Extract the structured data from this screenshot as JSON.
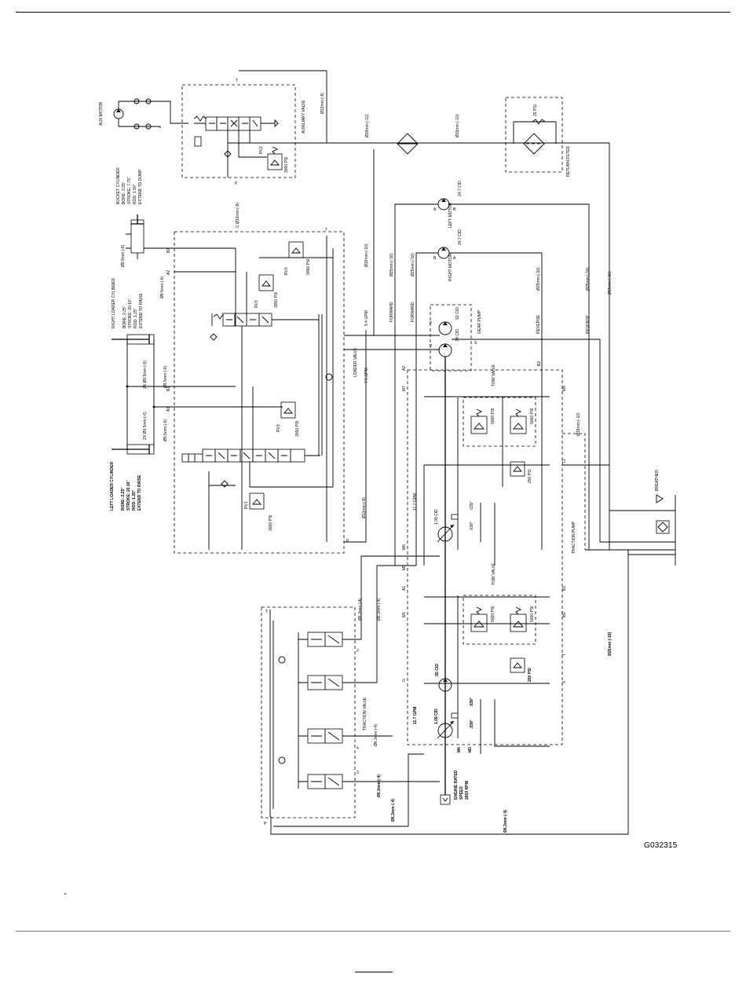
{
  "figure_id": "G032315",
  "labels": {
    "aux_motor": "AUX MOTOR",
    "auxiliary_valve": "AUXILIARY VALVE",
    "aux_line": "Ø13mm (-8)",
    "aux_relief": "RV2",
    "aux_relief_psi": "3000 PSI",
    "return_line_a": "Ø19mm (-12)",
    "return_line_b": "Ø19mm (-12)",
    "filter_bypass_psi": "25 PSI",
    "return_filter": "RETURN FILTER",
    "bucket_cylinder": "BUCKET CYLINDER",
    "bucket_bore": "BORE: 3.25\"",
    "bucket_stroke": "STROKE: 7.75\"",
    "bucket_rod": "ROD: 1.50\"",
    "bucket_action": "EXTEND TO DUMP",
    "right_loader_cylinder": "RIGHT LOADER CYLINDER",
    "right_bore": "BORE: 2.25\"",
    "right_stroke": "STROKE: 20.16\"",
    "right_rod": "ROD: 1.25\"",
    "right_action": "EXTEND TO RAISE",
    "left_loader_cylinder": "LEFT LOADER CYLINDER",
    "left_bore": "BORE: 2.25\"",
    "left_stroke": "STROKE: 20.16\"",
    "left_rod": "ROD: 1.25\"",
    "left_action": "EXTEND TO RAISE",
    "loader_valve": "LOADER VALVE",
    "rv1": "RV1",
    "rv1_psi": "3000 PSI",
    "rv3": "RV3",
    "rv3_psi": "3050 PSI",
    "rv3b": "RV3",
    "rv3b_psi": "3050 PSI",
    "rv3c": "RV3",
    "rv3c_psi": "3050 PSI",
    "line_95_a": "Ø9.5mm (-6)",
    "line_95_b": "Ø9.5mm (-6)",
    "line_95_c": "Ø9.5mm (-6)",
    "line_95_d": "Ø9.5mm (-6)",
    "line_2x_a": "2X Ø9.5mm (-6)",
    "line_2x_b": "2X Ø9.5mm (-6)",
    "line_c": "C  Ø13mm (-8)",
    "line_16": "Ø16mm (-10)",
    "gpm_54": "5.4 GPM",
    "gpm_79": "7.9 GPM",
    "line_13_loader": "Ø13mm (-8)",
    "left_motor": "LEFT MOTOR",
    "left_motor_cid": "24.7 CID",
    "right_motor": "RIGHT MOTOR",
    "right_motor_cid": "24.7 CID",
    "forward_a": "FORWARD",
    "forward_b": "FORWARD",
    "reverse_a": "REVERSE",
    "reverse_b": "REVERSE",
    "line_25_a": "Ø25mm (-16)",
    "line_25_b": "Ø25mm (-16)",
    "line_25_c": "Ø25mm (-16)",
    "line_25_d": "Ø25mm (-16)",
    "line_25_e": "Ø25mm (-16)",
    "line_25_f": "Ø25mm (-16)",
    "gear_pump": "GEAR PUMP",
    "gear_cid_52": ".52 CID",
    "gear_cid_74": ".74 CID",
    "tow_valve_a": "TOW VALVE",
    "tow_valve_b": "TOW VALVE",
    "psi_5000_a": "5000 PSI",
    "psi_5000_b": "5000 PSI",
    "psi_5000_c": "5000 PSI",
    "psi_5000_d": "5000 PSI",
    "psi_250_a": "250 PSI",
    "psi_250_b": "250 PSI",
    "line_19_t": "Ø19mm (-12)",
    "traction_pump": "TRACTION PUMP",
    "breather": "BREATHER",
    "gpm_117_a": "11.7 GPM",
    "gpm_117_b": "11.7 GPM",
    "cid_109_a": "1.09 CID",
    "cid_109_b": "1.09 CID",
    "charge_cid": ".55 CID",
    "deg_a": ".039°",
    "deg_b": ".039°",
    "deg_c": ".039°",
    "deg_d": ".039°",
    "traction_valve": "TRACTION VALVE",
    "line_63_a": "Ø6.3mm (-4)",
    "line_63_b": "Ø6.3mm (-4)",
    "line_63_c": "Ø6.3mm (-4)",
    "line_63_d": "Ø6.3mm (-4)",
    "line_63_e": "Ø6.3mm (-4)",
    "line_63_f": "Ø6.3mm (-4)",
    "engine_rated": "ENGINE RATED",
    "engine_speed": "SPEED",
    "engine_rpm": "2600 RPM",
    "port_m1": "M1",
    "port_m2": "M2",
    "port_m3": "M3",
    "port_m4": "M4",
    "port_m5": "M5",
    "port_m6": "M6",
    "port_m7": "M7",
    "port_m8": "M8",
    "port_a1": "A1",
    "port_a2": "A2",
    "port_b1": "B1",
    "port_b2": "B2",
    "port_t": "T",
    "port_p": "P",
    "port_s": "S",
    "port_g": "G",
    "port_a": "A",
    "port_b": "B",
    "port_2": "2",
    "port_3": "3",
    "port_4": "4",
    "port_t2": "T2"
  }
}
